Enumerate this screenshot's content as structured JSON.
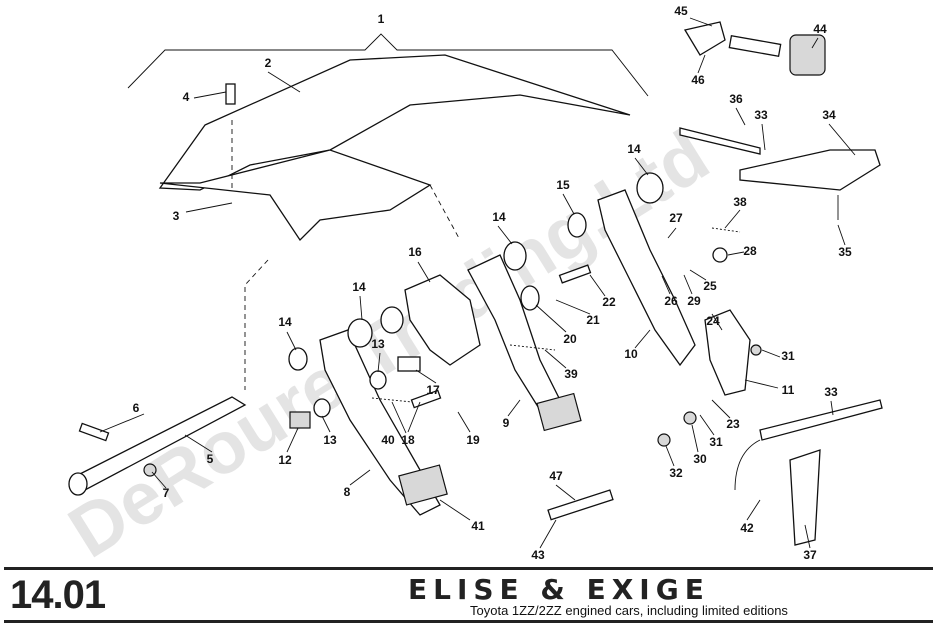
{
  "watermark": "DeRoure-Trading.Ltd",
  "page_number": "14.01",
  "brand": "ELISE & EXIGE",
  "subtitle": "Toyota 1ZZ/2ZZ engined cars, including limited editions",
  "callouts": [
    {
      "n": "1"
    },
    {
      "n": "2"
    },
    {
      "n": "3"
    },
    {
      "n": "4"
    },
    {
      "n": "5"
    },
    {
      "n": "6"
    },
    {
      "n": "7"
    },
    {
      "n": "8"
    },
    {
      "n": "9"
    },
    {
      "n": "10"
    },
    {
      "n": "11"
    },
    {
      "n": "12"
    },
    {
      "n": "13"
    },
    {
      "n": "13"
    },
    {
      "n": "14"
    },
    {
      "n": "14"
    },
    {
      "n": "14"
    },
    {
      "n": "14"
    },
    {
      "n": "15"
    },
    {
      "n": "16"
    },
    {
      "n": "17"
    },
    {
      "n": "18"
    },
    {
      "n": "19"
    },
    {
      "n": "20"
    },
    {
      "n": "21"
    },
    {
      "n": "22"
    },
    {
      "n": "23"
    },
    {
      "n": "24"
    },
    {
      "n": "25"
    },
    {
      "n": "26"
    },
    {
      "n": "27"
    },
    {
      "n": "28"
    },
    {
      "n": "29"
    },
    {
      "n": "30"
    },
    {
      "n": "31"
    },
    {
      "n": "31"
    },
    {
      "n": "32"
    },
    {
      "n": "33"
    },
    {
      "n": "33"
    },
    {
      "n": "34"
    },
    {
      "n": "35"
    },
    {
      "n": "36"
    },
    {
      "n": "37"
    },
    {
      "n": "38"
    },
    {
      "n": "39"
    },
    {
      "n": "40"
    },
    {
      "n": "41"
    },
    {
      "n": "42"
    },
    {
      "n": "43"
    },
    {
      "n": "44"
    },
    {
      "n": "45"
    },
    {
      "n": "46"
    },
    {
      "n": "47"
    }
  ]
}
